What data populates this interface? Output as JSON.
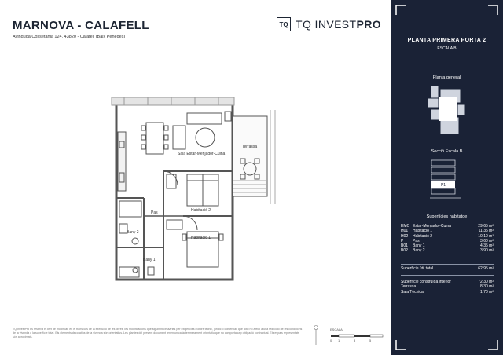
{
  "header": {
    "project_title": "MARNOVA - CALAFELL",
    "address": "Avinguda Cossetània 124, 43820 - Calafell (Baix Penedès)",
    "logo_mark": "TQ",
    "logo_prefix": "TQ INVEST",
    "logo_suffix": "PRO"
  },
  "plan": {
    "rooms": {
      "living": "Sala Estar-Menjador-Cuina",
      "terrace": "Terrassa",
      "bedroom2": "Habitació 2",
      "hall": "Pas",
      "bath2": "Bany 2",
      "bedroom1": "Habitació 1",
      "bath1": "Bany 1"
    }
  },
  "footer": {
    "disclaimer": "TQ InvestPro es reserva el dret de modificar, en el transcurs de la execució de les obres, les modificacions que siguin necessàries per exigències d'ordre tècnic, jurídic o comercial, que això no afecti a una reducció de les condicions de la vivenda o la superfície total. Els elements decoratius de la vivenda són orientatius. Les plantes del present document tenen un caràcter merament orientatiu que no comporta cap obligació contractual. Els espais representats són aproximats.",
    "scale_label": "ESCALA",
    "scale_ticks": [
      "0",
      "1",
      "3",
      "5"
    ]
  },
  "sidebar": {
    "title": "PLANTA PRIMERA PORTA 2",
    "subtitle": "ESCALA B",
    "general_label": "Planta general",
    "section_label": "Secció Escala B",
    "floor_marker": "P1",
    "surfaces_label": "Superfícies habitatge",
    "rows": [
      {
        "code": "EMC",
        "name": "Estar-Menjador-Cuina",
        "value": "29,65 m²"
      },
      {
        "code": "H01",
        "name": "Habitació 1",
        "value": "11,35 m²"
      },
      {
        "code": "H02",
        "name": "Habitació 2",
        "value": "10,10 m²"
      },
      {
        "code": "P",
        "name": "Pas",
        "value": "3,60 m²"
      },
      {
        "code": "B01",
        "name": "Bany 1",
        "value": "4,35 m²"
      },
      {
        "code": "B02",
        "name": "Bany 2",
        "value": "3,90 m²"
      }
    ],
    "useful_label": "Superfície útil total",
    "useful_value": "62,95 m²",
    "built_label": "Superfície construïda interior",
    "built_value": "72,30 m²",
    "terrace_label": "Terrassa",
    "terrace_value": "8,30 m²",
    "tech_label": "Sala Tècnica",
    "tech_value": "1,70 m²"
  }
}
